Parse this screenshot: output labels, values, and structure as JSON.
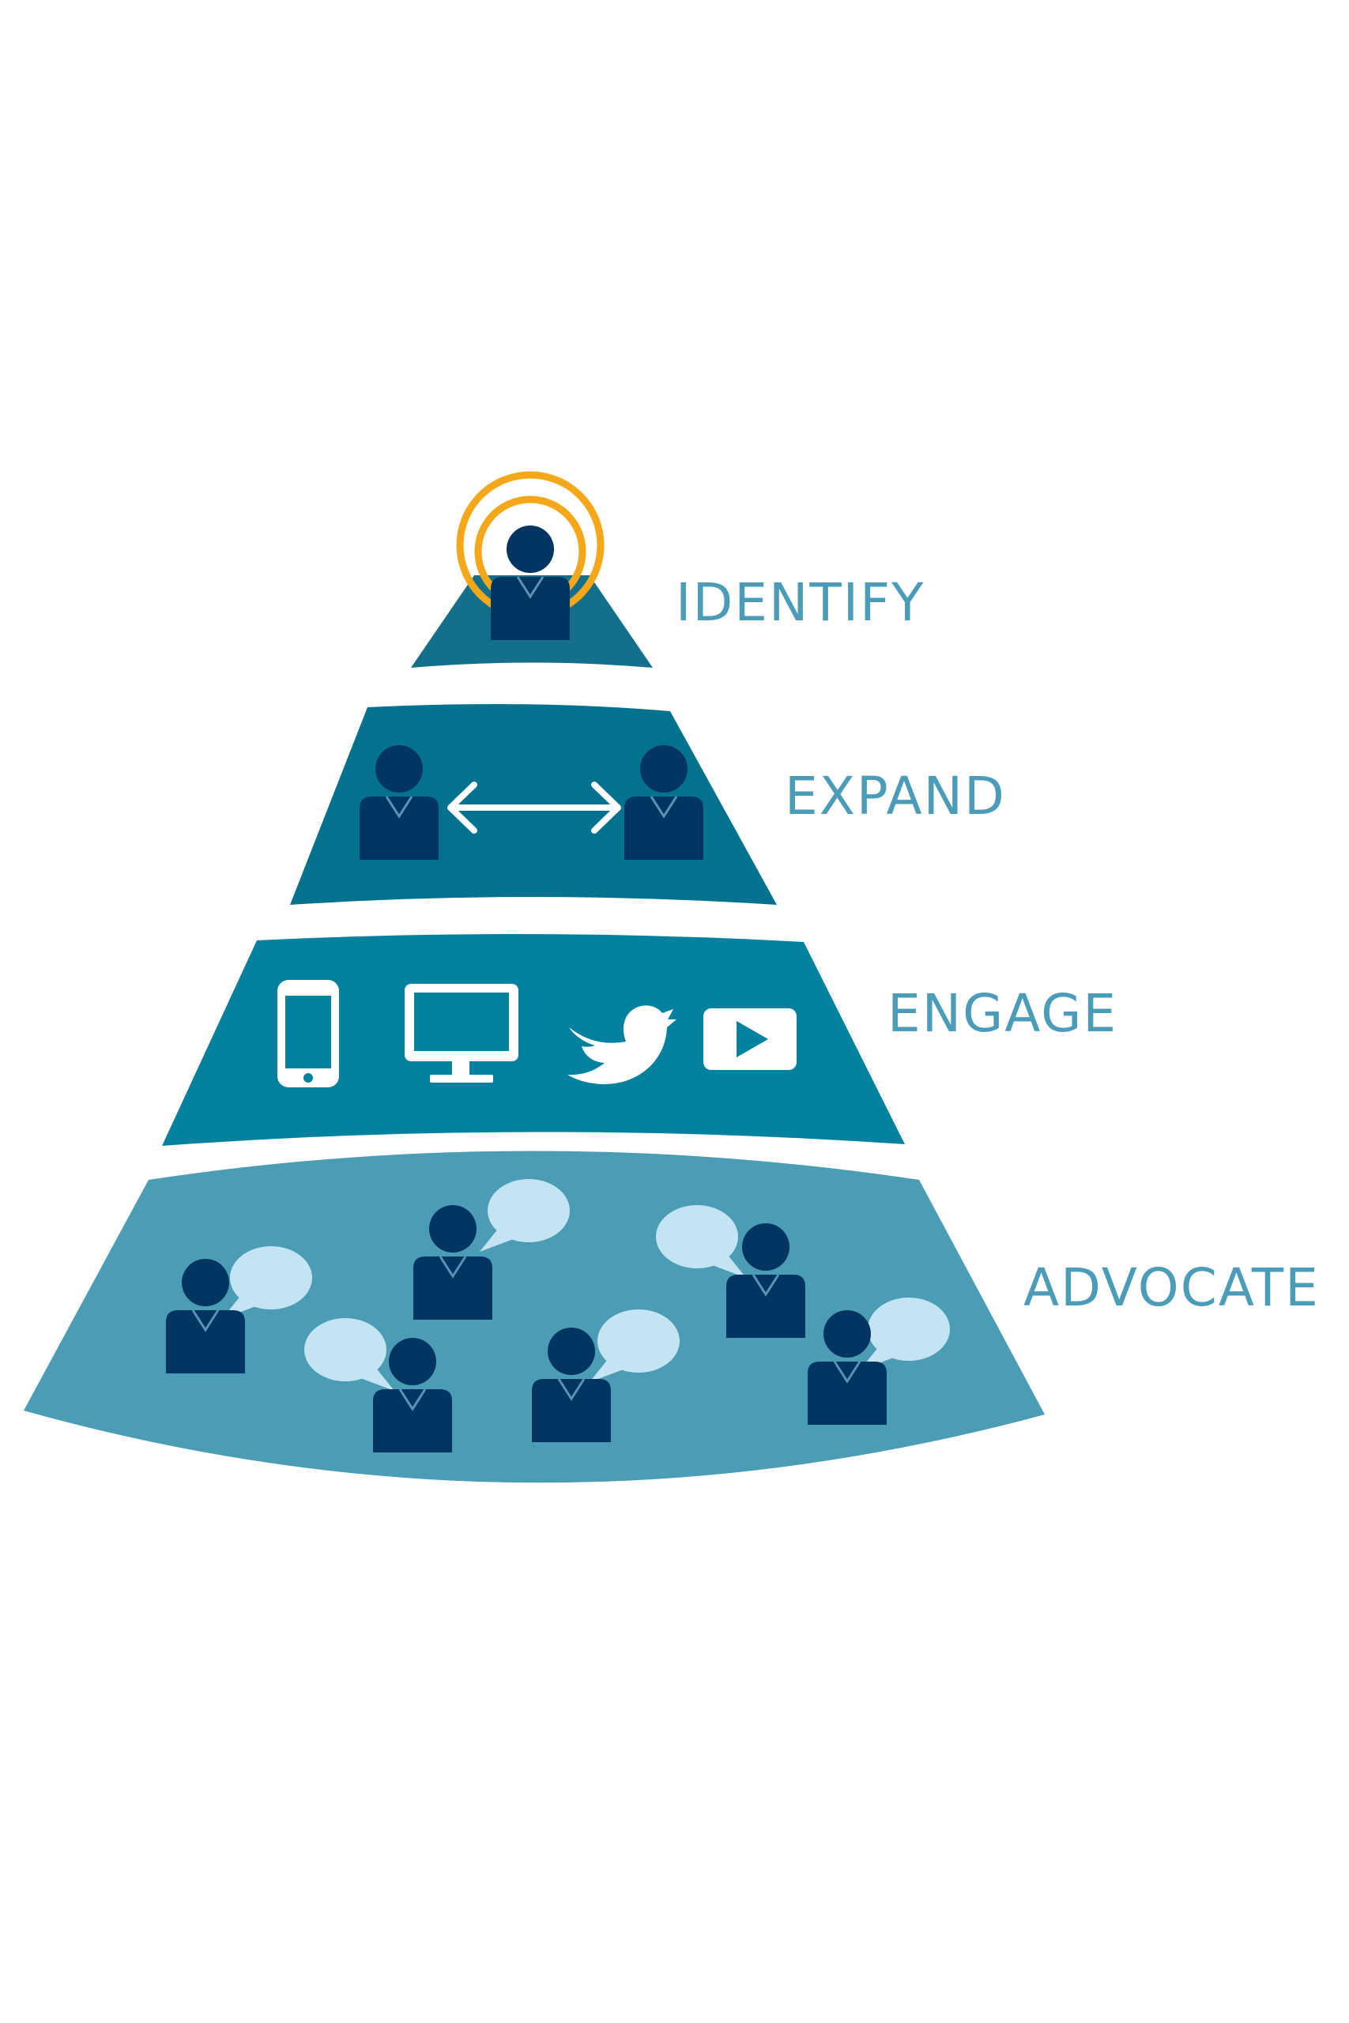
{
  "diagram": {
    "type": "pyramid",
    "tiers": [
      {
        "id": "identify",
        "label": "IDENTIFY",
        "icons": [
          "person-target-icon"
        ]
      },
      {
        "id": "expand",
        "label": "EXPAND",
        "icons": [
          "person-icon",
          "double-arrow-icon",
          "person-icon"
        ]
      },
      {
        "id": "engage",
        "label": "ENGAGE",
        "icons": [
          "smartphone-icon",
          "desktop-monitor-icon",
          "twitter-bird-icon",
          "video-play-icon"
        ]
      },
      {
        "id": "advocate",
        "label": "ADVOCATE",
        "icons": [
          "person-speech-bubble-icon"
        ]
      }
    ]
  },
  "colors": {
    "tier_identify": "#136f8a",
    "tier_expand": "#03728e",
    "tier_engage": "#0581a0",
    "tier_advocate": "#4a9db4",
    "person": "#033563",
    "target_ring": "#f4a819",
    "speech_bubble": "#c5e4f3",
    "label_text": "#4b9cb8",
    "icon_white": "#ffffff"
  }
}
